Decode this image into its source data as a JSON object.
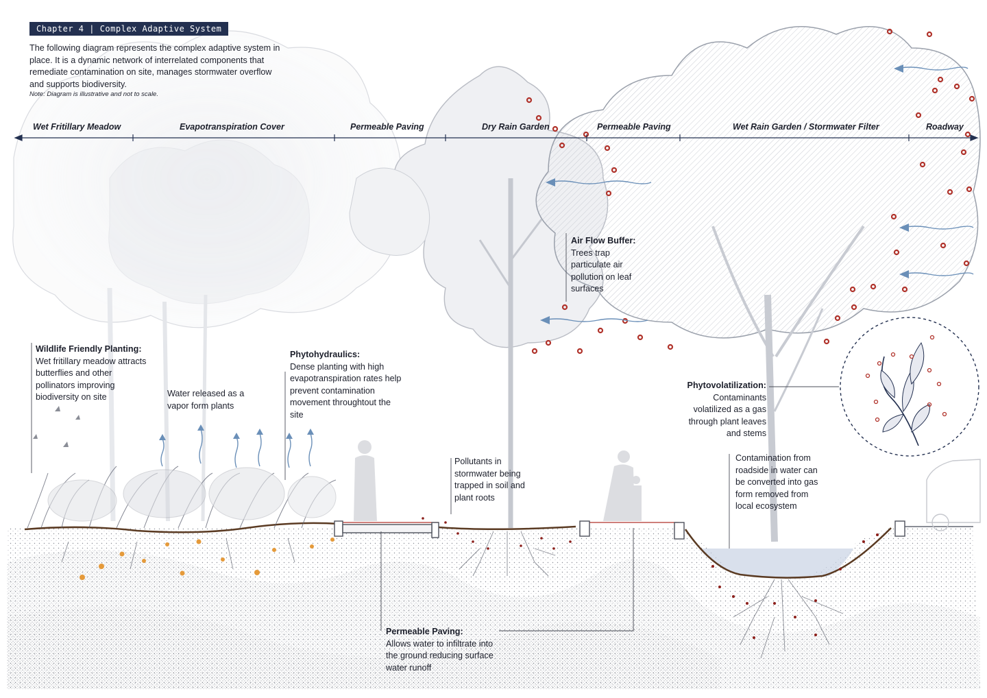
{
  "header": {
    "chapter": "Chapter 4 | Complex Adaptive System",
    "intro": "The following diagram represents the complex adaptive system in place. It is a dynamic network of interrelated components that remediate contamination on site, manages stormwater overflow and supports biodiversity.",
    "note": "Note: Diagram is illustrative and not to scale."
  },
  "zones": [
    "Wet Fritillary Meadow",
    "Evapotranspiration Cover",
    "Permeable Paving",
    "Dry Rain Garden",
    "Permeable Paving",
    "Wet Rain Garden / Stormwater Filter",
    "Roadway"
  ],
  "annotations": {
    "wildlife": {
      "title": "Wildlife Friendly Planting:",
      "text": "Wet fritillary meadow attracts butterflies and other pollinators improving biodiversity on site"
    },
    "vapor": {
      "text": "Water released as a vapor form plants"
    },
    "phytohydraulics": {
      "title": "Phytohydraulics:",
      "text": "Dense planting with high evapotranspiration rates help prevent contamination movement throughtout the site"
    },
    "airflow": {
      "title": "Air Flow Buffer:",
      "text": "Trees trap particulate air pollution on leaf surfaces"
    },
    "pollutants": {
      "text": "Pollutants in stormwater being trapped in soil and plant roots"
    },
    "phytovolatilization": {
      "title": "Phytovolatilization:",
      "text": "Contaminants volatilized as a gas through plant leaves and stems"
    },
    "contamination": {
      "text": "Contamination from roadside in water can be converted into gas form removed from local ecosystem"
    },
    "paving": {
      "title": "Permeable Paving:",
      "text": "Allows water to infiltrate into the ground reducing surface water runoff"
    }
  },
  "colors": {
    "accent": "#233050",
    "pollutant": "#b0322a",
    "airflow": "#6a8fb8",
    "soil_line": "#5a3a22",
    "pollen": "#e59a3a"
  }
}
